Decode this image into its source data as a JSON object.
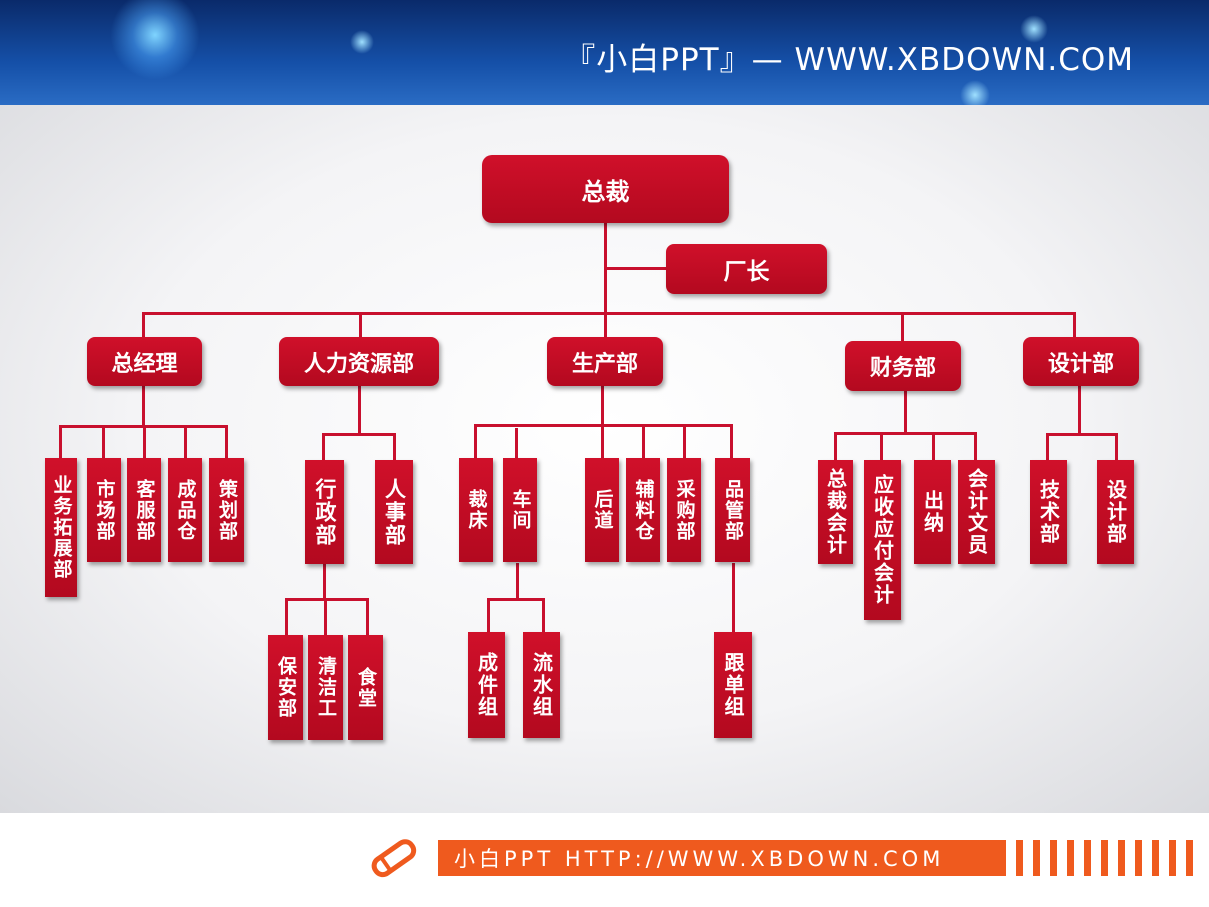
{
  "header": {
    "title": "『小白PPT』— WWW.XBDOWN.COM"
  },
  "org": {
    "ceo": "总裁",
    "factory_director": "厂长",
    "general_manager": {
      "label": "总经理",
      "children": [
        "业务拓展部",
        "市场部",
        "客服部",
        "成品仓",
        "策划部"
      ]
    },
    "hr": {
      "label": "人力资源部",
      "admin": "行政部",
      "personnel": "人事部",
      "admin_children": [
        "保安部",
        "清洁工",
        "食堂"
      ]
    },
    "production": {
      "label": "生产部",
      "cutting": "裁床",
      "workshop": "车间",
      "workshop_children": [
        "成件组",
        "流水组"
      ],
      "others": [
        "后道",
        "辅料仓",
        "采购部"
      ],
      "qc": "品管部",
      "qc_children": [
        "跟单组"
      ]
    },
    "finance": {
      "label": "财务部",
      "children": [
        "总裁会计",
        "应收应付会计",
        "出纳",
        "会计文员"
      ]
    },
    "design": {
      "label": "设计部",
      "children": [
        "技术部",
        "设计部"
      ]
    }
  },
  "footer": {
    "text": "小白PPT HTTP://WWW.XBDOWN.COM"
  },
  "colors": {
    "node": "#c8102e",
    "header": "#1550a8",
    "footer_accent": "#ef5a1e"
  },
  "icons": {
    "logo": "pencil-icon"
  }
}
